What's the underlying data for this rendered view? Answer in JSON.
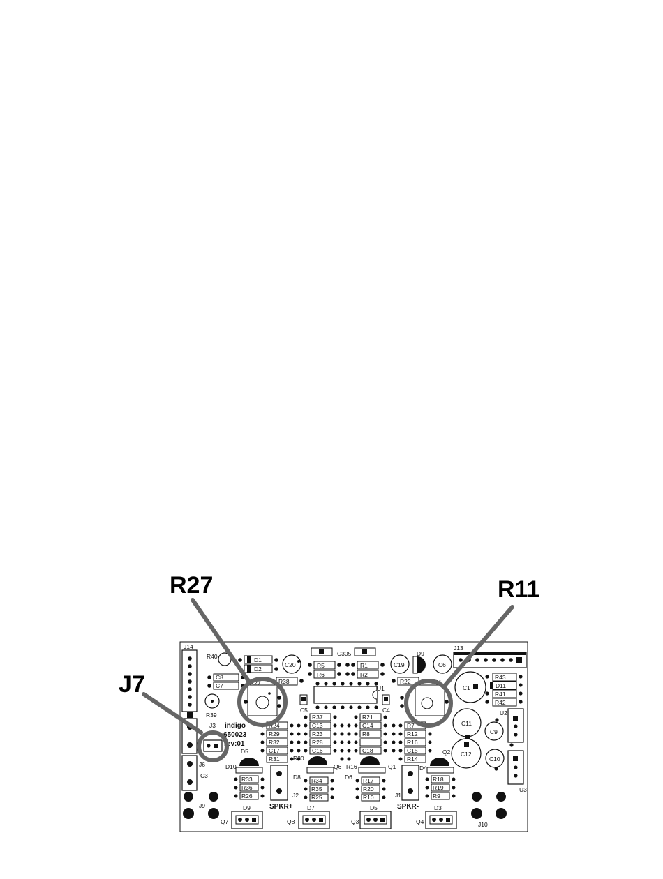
{
  "callouts": {
    "r27": "R27",
    "r11": "R11",
    "j7": "J7"
  },
  "board": {
    "j14": "J14",
    "r40": "R40",
    "d1": "D1",
    "d2": "D2",
    "c20": "C20",
    "c305": "C305",
    "r5": "R5",
    "r6": "R6",
    "r1": "R1",
    "r2": "R2",
    "c19": "C19",
    "d9": "D9",
    "c6": "C6",
    "j13": "J13",
    "c8": "C8",
    "c7": "C7",
    "r38": "R38",
    "r22": "R22",
    "r43": "R43",
    "d11": "D11",
    "r41": "R41",
    "r42": "R42",
    "c1": "C1",
    "r39": "R39",
    "u1": "U1",
    "c5": "C5",
    "c4": "C4",
    "j3": "J3",
    "indigo": "indigo",
    "part_no": "650023",
    "rev": "rev:01",
    "r37": "R37",
    "r21": "R21",
    "c13": "C13",
    "c14": "C14",
    "r24": "R24",
    "r29": "R29",
    "r32": "R32",
    "r23": "R23",
    "r28": "R28",
    "r8": "R8",
    "r7": "R7",
    "r12": "R12",
    "r16": "R16",
    "c11": "C11",
    "c9": "C9",
    "u2": "U2",
    "c17": "C17",
    "c16": "C16",
    "c18": "C18",
    "c15": "C15",
    "c12": "C12",
    "c10": "C10",
    "r31": "R31",
    "r14": "R14",
    "d10": "D10",
    "d5": "D5",
    "r30": "R30",
    "q6": "Q6",
    "r16b": "R16",
    "q1": "Q1",
    "d4": "D4",
    "q2": "Q2",
    "j6": "J6",
    "c3": "C3",
    "r33": "R33",
    "r36": "R36",
    "r26": "R26",
    "r34": "R34",
    "r35": "R35",
    "r25": "R25",
    "r17": "R17",
    "r20": "R20",
    "r10": "R10",
    "r18": "R18",
    "r19": "R19",
    "r9": "R9",
    "u3": "U3",
    "j2": "J2",
    "spkr_plus": "SPKR+",
    "j1": "J1",
    "spkr_minus": "SPKR-",
    "j9": "J9",
    "j10": "J10",
    "d9b": "D9",
    "d7": "D7",
    "d5b": "D5",
    "d3": "D3",
    "q7": "Q7",
    "q8": "Q8",
    "q3": "Q3",
    "q4": "Q4",
    "d6": "D6",
    "d8": "D8",
    "r27": "R27",
    "r11": "R11"
  },
  "colors": {
    "callout_ring": "#666666",
    "ink": "#111111",
    "board_bg": "#ffffff"
  }
}
